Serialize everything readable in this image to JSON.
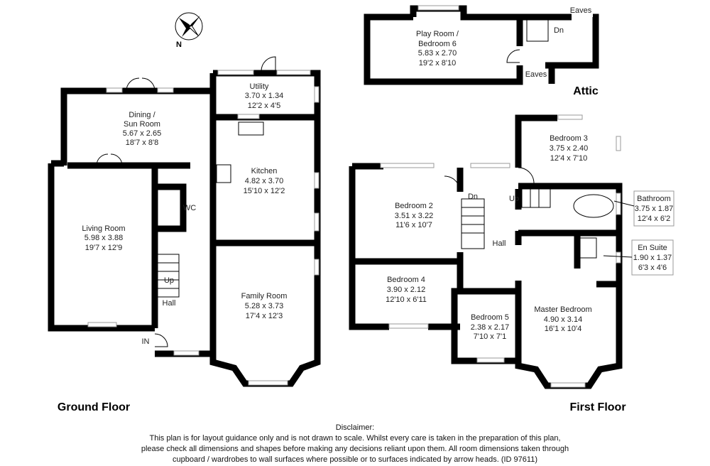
{
  "compass": {
    "north_label": "N"
  },
  "ground_floor": {
    "title": "Ground Floor",
    "rooms": [
      {
        "name": "Dining /",
        "name2": "Sun Room",
        "metric": "5.67 x 2.65",
        "imperial": "18'7 x 8'8"
      },
      {
        "name": "Utility",
        "metric": "3.70 x 1.34",
        "imperial": "12'2 x 4'5"
      },
      {
        "name": "Kitchen",
        "metric": "4.82 x 3.70",
        "imperial": "15'10 x 12'2"
      },
      {
        "name": "Living Room",
        "metric": "5.98 x 3.88",
        "imperial": "19'7 x 12'9"
      },
      {
        "name": "Family Room",
        "metric": "5.28 x 3.73",
        "imperial": "17'4 x 12'3"
      }
    ],
    "labels": {
      "wc": "WC",
      "up": "Up",
      "hall": "Hall",
      "in": "IN"
    }
  },
  "attic": {
    "title": "Attic",
    "room": {
      "name": "Play Room /",
      "name2": "Bedroom 6",
      "metric": "5.83 x 2.70",
      "imperial": "19'2 x 8'10"
    },
    "labels": {
      "dn": "Dn",
      "eaves_top": "Eaves",
      "eaves_bottom": "Eaves"
    }
  },
  "first_floor": {
    "title": "First Floor",
    "rooms": [
      {
        "name": "Bedroom 3",
        "metric": "3.75 x 2.40",
        "imperial": "12'4 x 7'10"
      },
      {
        "name": "Bedroom 2",
        "metric": "3.51 x 3.22",
        "imperial": "11'6 x 10'7"
      },
      {
        "name": "Bedroom 4",
        "metric": "3.90 x 2.12",
        "imperial": "12'10 x 6'11"
      },
      {
        "name": "Bedroom 5",
        "metric": "2.38 x 2.17",
        "imperial": "7'10 x 7'1"
      },
      {
        "name": "Master Bedroom",
        "metric": "4.90 x 3.14",
        "imperial": "16'1 x 10'4"
      },
      {
        "name": "Bathroom",
        "metric": "3.75 x 1.87",
        "imperial": "12'4 x 6'2"
      },
      {
        "name": "En Suite",
        "metric": "1.90 x 1.37",
        "imperial": "6'3 x 4'6"
      }
    ],
    "labels": {
      "dn": "Dn",
      "up": "Up",
      "hall": "Hall"
    }
  },
  "disclaimer": {
    "heading": "Disclaimer:",
    "line1": "This plan is for layout guidance only and is not drawn to scale. Whilst every care is taken in the preparation of this plan,",
    "line2": "please check all dimensions and shapes before making any decisions reliant upon them. All room dimensions taken through",
    "line3": "cupboard / wardrobes to wall surfaces where possible or to surfaces indicated by arrow heads. (ID 97611)"
  }
}
